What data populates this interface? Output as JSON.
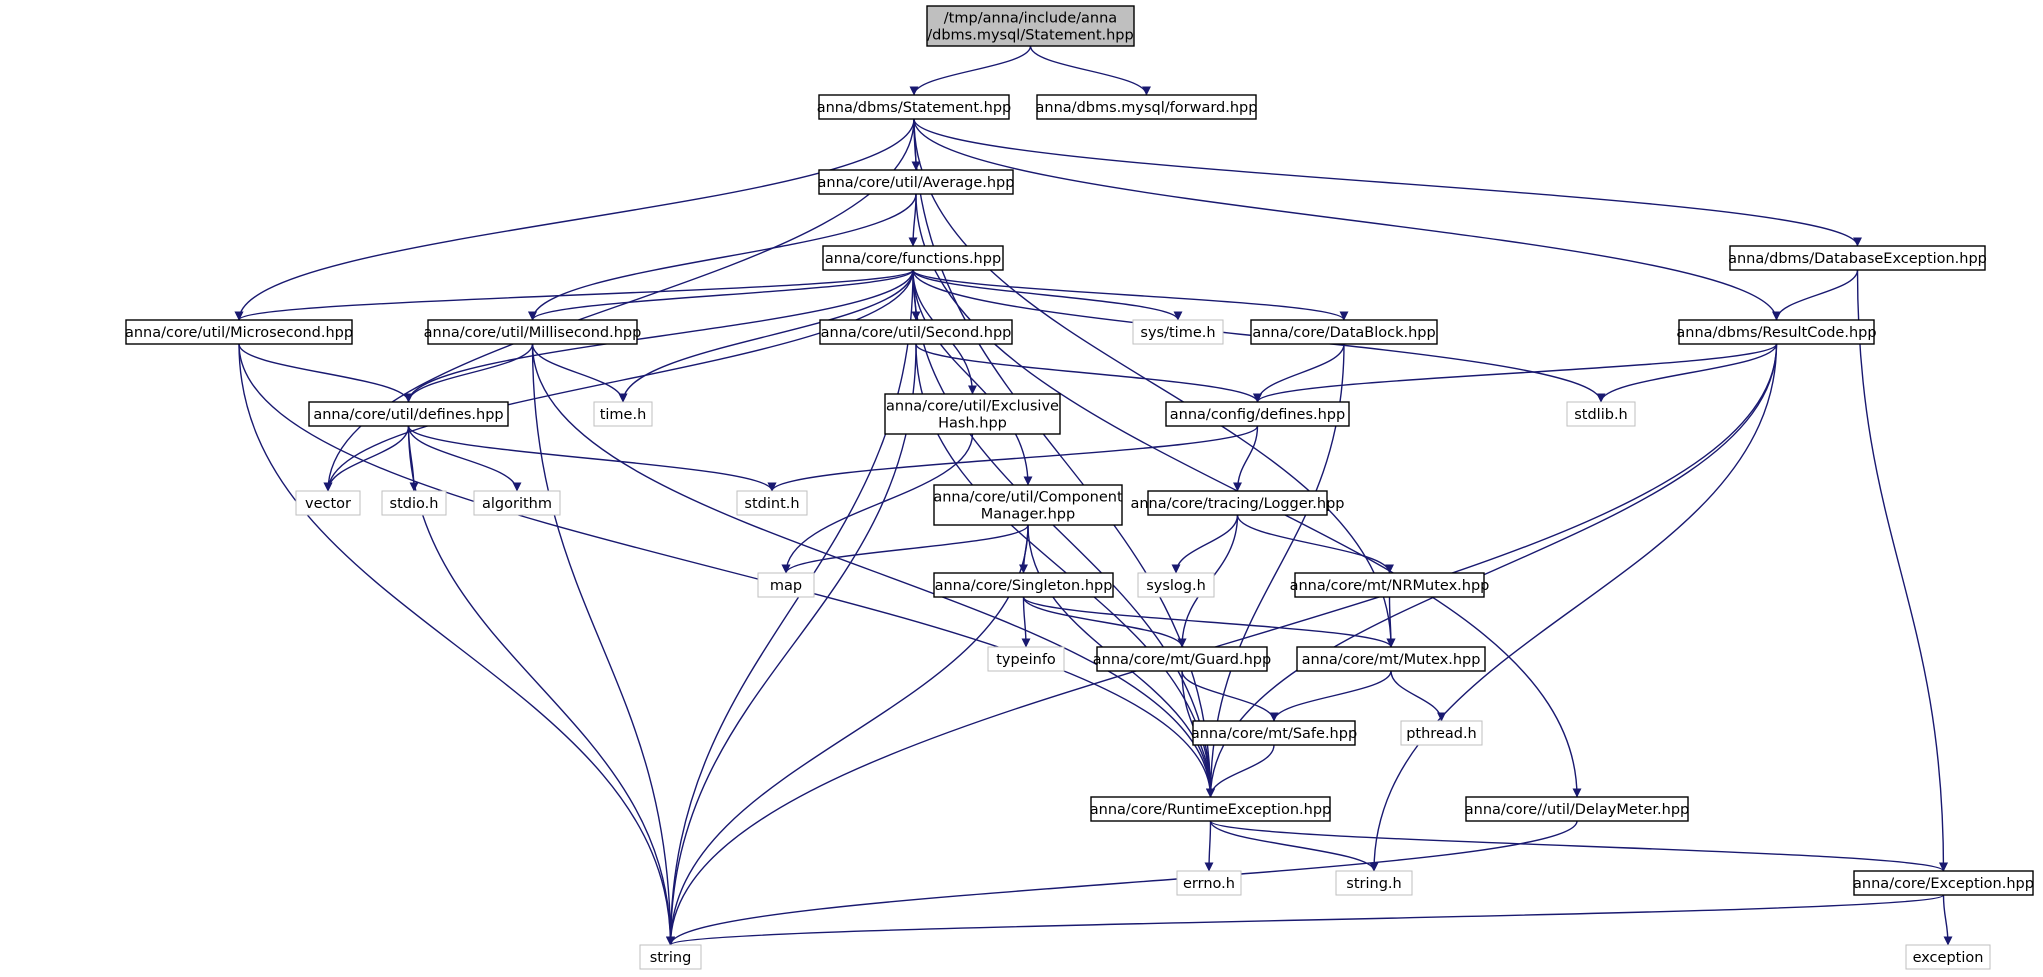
{
  "graph": {
    "colors": {
      "edge": "#191970",
      "node_border": "#000000",
      "system_border": "#bfbfbf",
      "root_fill": "#bfbfbf",
      "fill": "#ffffff",
      "text": "#000000"
    },
    "nodes": [
      {
        "id": "root",
        "lines": [
          "/tmp/anna/include/anna",
          "/dbms.mysql/Statement.hpp"
        ],
        "style": "root"
      },
      {
        "id": "statement",
        "lines": [
          "anna/dbms/Statement.hpp"
        ],
        "style": "header"
      },
      {
        "id": "forward",
        "lines": [
          "anna/dbms.mysql/forward.hpp"
        ],
        "style": "header"
      },
      {
        "id": "average",
        "lines": [
          "anna/core/util/Average.hpp"
        ],
        "style": "header"
      },
      {
        "id": "functions",
        "lines": [
          "anna/core/functions.hpp"
        ],
        "style": "header"
      },
      {
        "id": "dbexception",
        "lines": [
          "anna/dbms/DatabaseException.hpp"
        ],
        "style": "header"
      },
      {
        "id": "microsecond",
        "lines": [
          "anna/core/util/Microsecond.hpp"
        ],
        "style": "header"
      },
      {
        "id": "millisecond",
        "lines": [
          "anna/core/util/Millisecond.hpp"
        ],
        "style": "header"
      },
      {
        "id": "second",
        "lines": [
          "anna/core/util/Second.hpp"
        ],
        "style": "header"
      },
      {
        "id": "systime",
        "lines": [
          "sys/time.h"
        ],
        "style": "system"
      },
      {
        "id": "datablock",
        "lines": [
          "anna/core/DataBlock.hpp"
        ],
        "style": "header"
      },
      {
        "id": "resultcode",
        "lines": [
          "anna/dbms/ResultCode.hpp"
        ],
        "style": "header"
      },
      {
        "id": "utildefines",
        "lines": [
          "anna/core/util/defines.hpp"
        ],
        "style": "header"
      },
      {
        "id": "timeh",
        "lines": [
          "time.h"
        ],
        "style": "system"
      },
      {
        "id": "exclusivehash",
        "lines": [
          "anna/core/util/Exclusive",
          "Hash.hpp"
        ],
        "style": "header"
      },
      {
        "id": "configdefines",
        "lines": [
          "anna/config/defines.hpp"
        ],
        "style": "header"
      },
      {
        "id": "stdlib",
        "lines": [
          "stdlib.h"
        ],
        "style": "system"
      },
      {
        "id": "vector",
        "lines": [
          "vector"
        ],
        "style": "system"
      },
      {
        "id": "stdio",
        "lines": [
          "stdio.h"
        ],
        "style": "system"
      },
      {
        "id": "algorithm",
        "lines": [
          "algorithm"
        ],
        "style": "system"
      },
      {
        "id": "stdint",
        "lines": [
          "stdint.h"
        ],
        "style": "system"
      },
      {
        "id": "componentmgr",
        "lines": [
          "anna/core/util/Component",
          "Manager.hpp"
        ],
        "style": "header"
      },
      {
        "id": "logger",
        "lines": [
          "anna/core/tracing/Logger.hpp"
        ],
        "style": "header"
      },
      {
        "id": "map",
        "lines": [
          "map"
        ],
        "style": "system"
      },
      {
        "id": "singleton",
        "lines": [
          "anna/core/Singleton.hpp"
        ],
        "style": "header"
      },
      {
        "id": "syslog",
        "lines": [
          "syslog.h"
        ],
        "style": "system"
      },
      {
        "id": "nrmutex",
        "lines": [
          "anna/core/mt/NRMutex.hpp"
        ],
        "style": "header"
      },
      {
        "id": "typeinfo",
        "lines": [
          "typeinfo"
        ],
        "style": "system"
      },
      {
        "id": "guard",
        "lines": [
          "anna/core/mt/Guard.hpp"
        ],
        "style": "header"
      },
      {
        "id": "mutex",
        "lines": [
          "anna/core/mt/Mutex.hpp"
        ],
        "style": "header"
      },
      {
        "id": "safe",
        "lines": [
          "anna/core/mt/Safe.hpp"
        ],
        "style": "header"
      },
      {
        "id": "pthread",
        "lines": [
          "pthread.h"
        ],
        "style": "system"
      },
      {
        "id": "runtimeexc",
        "lines": [
          "anna/core/RuntimeException.hpp"
        ],
        "style": "header"
      },
      {
        "id": "delaymeter",
        "lines": [
          "anna/core//util/DelayMeter.hpp"
        ],
        "style": "header"
      },
      {
        "id": "errno",
        "lines": [
          "errno.h"
        ],
        "style": "system"
      },
      {
        "id": "stringh",
        "lines": [
          "string.h"
        ],
        "style": "system"
      },
      {
        "id": "exception",
        "lines": [
          "anna/core/Exception.hpp"
        ],
        "style": "header"
      },
      {
        "id": "string",
        "lines": [
          "string"
        ],
        "style": "system"
      },
      {
        "id": "exceptionsys",
        "lines": [
          "exception"
        ],
        "style": "system"
      }
    ],
    "edges": [
      {
        "from": "root",
        "to": "statement"
      },
      {
        "from": "root",
        "to": "forward"
      },
      {
        "from": "statement",
        "to": "average"
      },
      {
        "from": "statement",
        "to": "microsecond"
      },
      {
        "from": "statement",
        "to": "vector"
      },
      {
        "from": "statement",
        "to": "runtimeexc"
      },
      {
        "from": "statement",
        "to": "dbexception"
      },
      {
        "from": "statement",
        "to": "resultcode"
      },
      {
        "from": "statement",
        "to": "mutex"
      },
      {
        "from": "average",
        "to": "functions"
      },
      {
        "from": "average",
        "to": "millisecond"
      },
      {
        "from": "average",
        "to": "delaymeter"
      },
      {
        "from": "functions",
        "to": "microsecond"
      },
      {
        "from": "functions",
        "to": "millisecond"
      },
      {
        "from": "functions",
        "to": "second"
      },
      {
        "from": "functions",
        "to": "systime"
      },
      {
        "from": "functions",
        "to": "datablock"
      },
      {
        "from": "functions",
        "to": "utildefines"
      },
      {
        "from": "functions",
        "to": "timeh"
      },
      {
        "from": "functions",
        "to": "vector"
      },
      {
        "from": "functions",
        "to": "string"
      },
      {
        "from": "functions",
        "to": "exclusivehash"
      },
      {
        "from": "functions",
        "to": "componentmgr"
      },
      {
        "from": "functions",
        "to": "stdlib"
      },
      {
        "from": "functions",
        "to": "runtimeexc"
      },
      {
        "from": "dbexception",
        "to": "resultcode"
      },
      {
        "from": "dbexception",
        "to": "exception"
      },
      {
        "from": "microsecond",
        "to": "utildefines"
      },
      {
        "from": "microsecond",
        "to": "string"
      },
      {
        "from": "microsecond",
        "to": "runtimeexc"
      },
      {
        "from": "millisecond",
        "to": "utildefines"
      },
      {
        "from": "millisecond",
        "to": "timeh"
      },
      {
        "from": "millisecond",
        "to": "string"
      },
      {
        "from": "millisecond",
        "to": "runtimeexc"
      },
      {
        "from": "second",
        "to": "configdefines"
      },
      {
        "from": "second",
        "to": "string"
      },
      {
        "from": "second",
        "to": "runtimeexc"
      },
      {
        "from": "datablock",
        "to": "configdefines"
      },
      {
        "from": "datablock",
        "to": "runtimeexc"
      },
      {
        "from": "resultcode",
        "to": "configdefines"
      },
      {
        "from": "resultcode",
        "to": "stdlib"
      },
      {
        "from": "resultcode",
        "to": "runtimeexc"
      },
      {
        "from": "resultcode",
        "to": "stringh"
      },
      {
        "from": "resultcode",
        "to": "string"
      },
      {
        "from": "utildefines",
        "to": "vector"
      },
      {
        "from": "utildefines",
        "to": "stdio"
      },
      {
        "from": "utildefines",
        "to": "algorithm"
      },
      {
        "from": "utildefines",
        "to": "stdint"
      },
      {
        "from": "utildefines",
        "to": "string"
      },
      {
        "from": "exclusivehash",
        "to": "map"
      },
      {
        "from": "configdefines",
        "to": "stdint"
      },
      {
        "from": "configdefines",
        "to": "logger"
      },
      {
        "from": "componentmgr",
        "to": "map"
      },
      {
        "from": "componentmgr",
        "to": "singleton"
      },
      {
        "from": "componentmgr",
        "to": "string"
      },
      {
        "from": "componentmgr",
        "to": "runtimeexc"
      },
      {
        "from": "logger",
        "to": "syslog"
      },
      {
        "from": "logger",
        "to": "guard"
      },
      {
        "from": "logger",
        "to": "nrmutex"
      },
      {
        "from": "singleton",
        "to": "typeinfo"
      },
      {
        "from": "singleton",
        "to": "guard"
      },
      {
        "from": "singleton",
        "to": "mutex"
      },
      {
        "from": "nrmutex",
        "to": "mutex"
      },
      {
        "from": "guard",
        "to": "safe"
      },
      {
        "from": "guard",
        "to": "runtimeexc"
      },
      {
        "from": "mutex",
        "to": "safe"
      },
      {
        "from": "mutex",
        "to": "pthread"
      },
      {
        "from": "safe",
        "to": "runtimeexc"
      },
      {
        "from": "runtimeexc",
        "to": "errno"
      },
      {
        "from": "runtimeexc",
        "to": "stringh"
      },
      {
        "from": "runtimeexc",
        "to": "exception"
      },
      {
        "from": "delaymeter",
        "to": "string"
      },
      {
        "from": "exception",
        "to": "string"
      },
      {
        "from": "exception",
        "to": "exceptionsys"
      }
    ]
  }
}
